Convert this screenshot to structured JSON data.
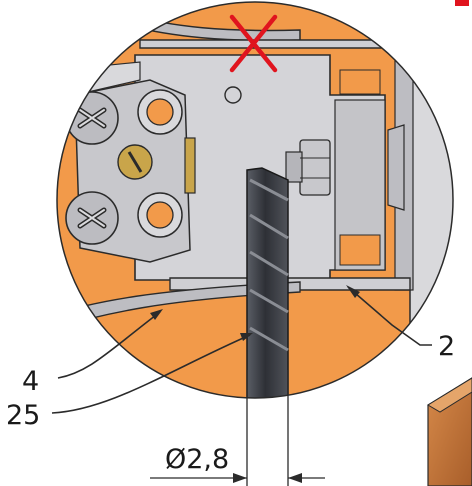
{
  "callouts": [
    {
      "id": "callout-2",
      "text": "2"
    },
    {
      "id": "callout-4",
      "text": "4"
    },
    {
      "id": "callout-25",
      "text": "25"
    }
  ],
  "dimension": {
    "text": "Ø2,8"
  },
  "marks": {
    "wrong_mark": "red-x-icon"
  },
  "colors": {
    "orange": "#f29a4a",
    "gray_light": "#d9d9dc",
    "gray_mid": "#bdbdc2",
    "gray_dark": "#8a8a90",
    "outline": "#2b2b2b",
    "red": "#e0141e",
    "drill": "#3a3d44",
    "wood": "#c97a3e"
  }
}
